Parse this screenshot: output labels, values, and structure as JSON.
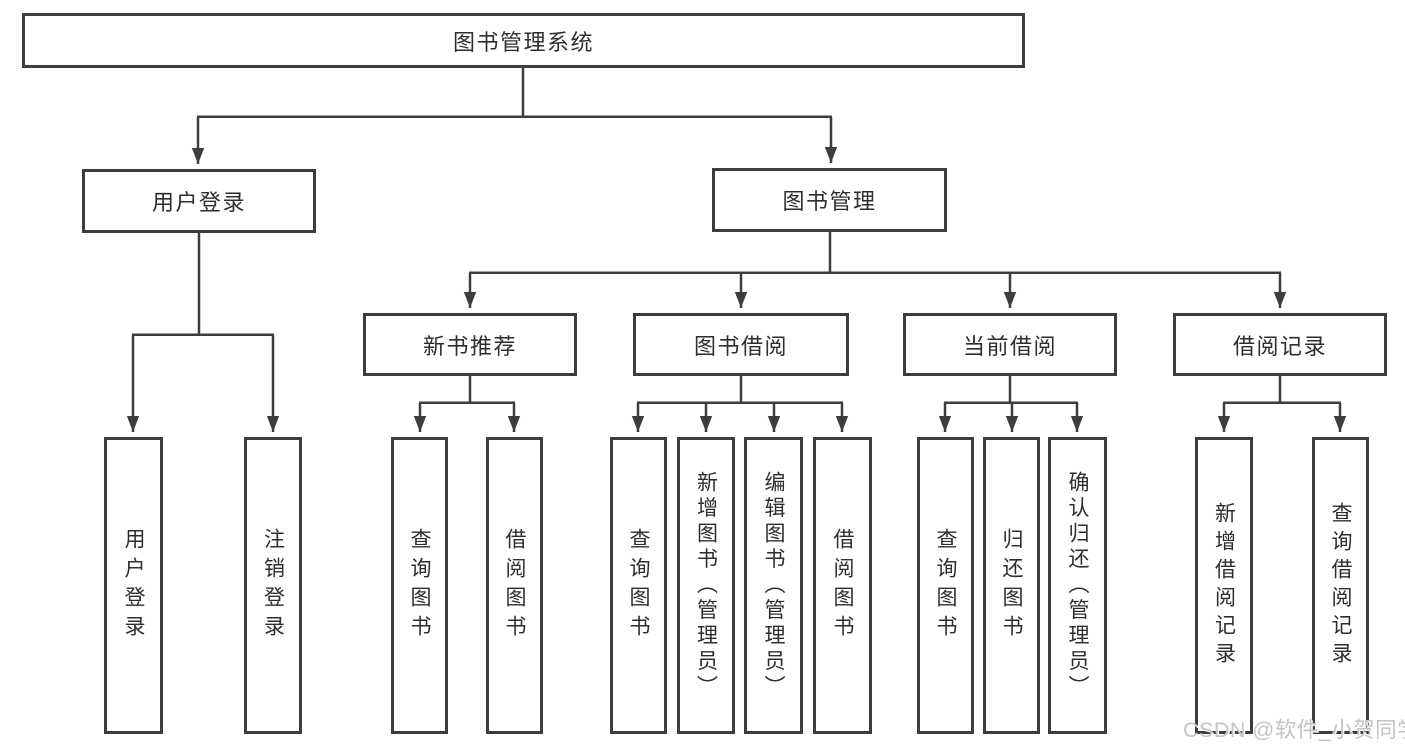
{
  "diagram": {
    "watermark": "CSDN @软件_小贺同学",
    "tree": {
      "root": {
        "label": "图书管理系统",
        "children": [
          {
            "label": "用户登录",
            "leaves": [
              "用户登录",
              "注销登录"
            ]
          },
          {
            "label": "图书管理",
            "children": [
              {
                "label": "新书推荐",
                "leaves": [
                  "查询图书",
                  "借阅图书"
                ]
              },
              {
                "label": "图书借阅",
                "leaves": [
                  "查询图书",
                  "新增图书（管理员）",
                  "编辑图书（管理员）",
                  "借阅图书"
                ]
              },
              {
                "label": "当前借阅",
                "leaves": [
                  "查询图书",
                  "归还图书",
                  "确认归还（管理员）"
                ]
              },
              {
                "label": "借阅记录",
                "leaves": [
                  "新增借阅记录",
                  "查询借阅记录"
                ]
              }
            ]
          }
        ]
      }
    }
  }
}
